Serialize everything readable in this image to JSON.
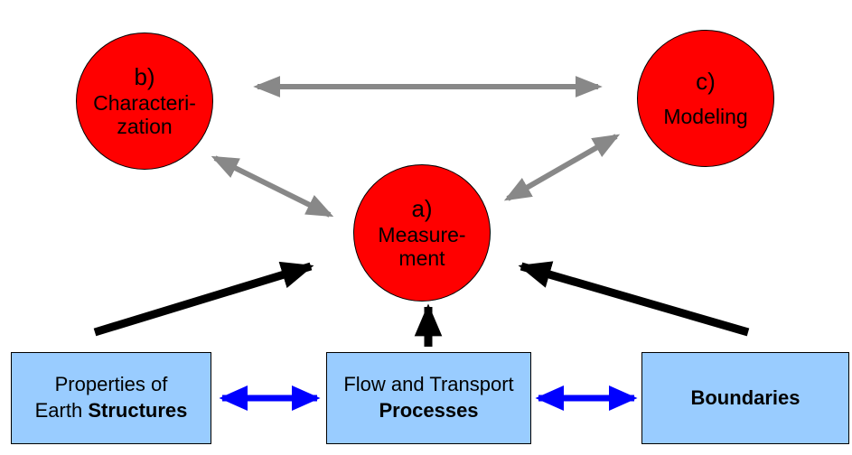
{
  "nodes": {
    "measurement": {
      "letter": "a)",
      "line1": "Measure-",
      "line2": "ment"
    },
    "characterization": {
      "letter": "b)",
      "line1": "Characteri-",
      "line2": "zation"
    },
    "modeling": {
      "letter": "c)",
      "line1": "Modeling"
    }
  },
  "boxes": {
    "properties": {
      "line1": "Properties of",
      "line2_plain": "Earth ",
      "line2_bold": "Structures"
    },
    "flow": {
      "line1": "Flow and Transport",
      "line2_bold": "Processes"
    },
    "boundaries": {
      "line1_bold": "Boundaries"
    }
  },
  "colors": {
    "node_fill": "#ff0000",
    "box_fill": "#99ccff",
    "gray_arrow": "#888888",
    "black_arrow": "#000000",
    "blue_arrow": "#0000ff"
  }
}
